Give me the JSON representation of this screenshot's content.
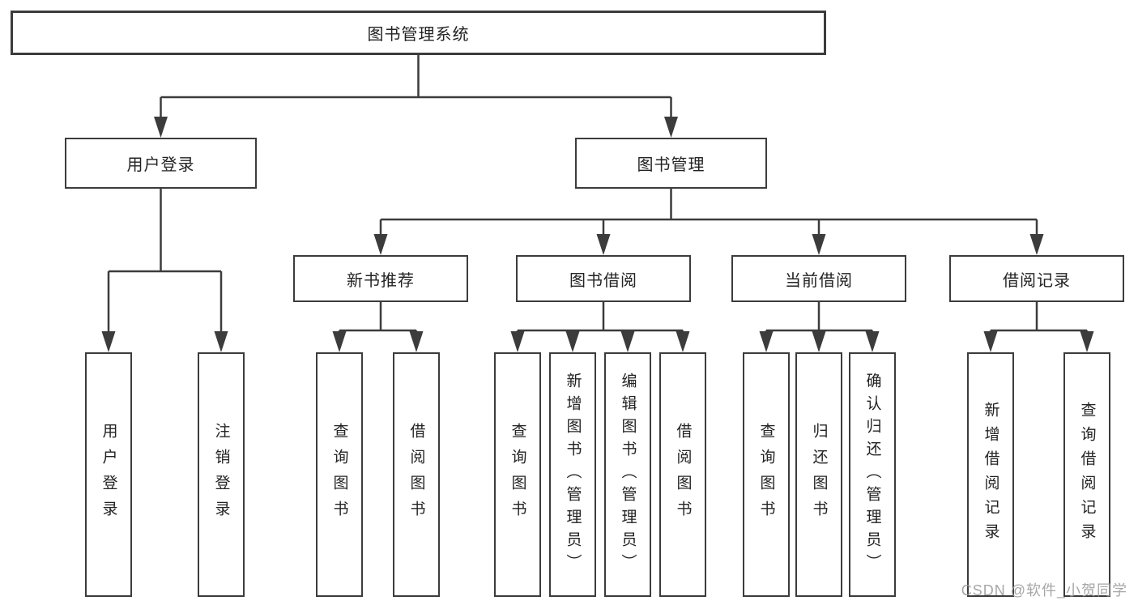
{
  "tree": {
    "root": {
      "label": "图书管理系统"
    },
    "user_login": {
      "label": "用户登录",
      "children": [
        {
          "label": "用户登录"
        },
        {
          "label": "注销登录"
        }
      ]
    },
    "book_management": {
      "label": "图书管理",
      "children": [
        {
          "label": "新书推荐",
          "children": [
            {
              "label": "查询图书"
            },
            {
              "label": "借阅图书"
            }
          ]
        },
        {
          "label": "图书借阅",
          "children": [
            {
              "label": "查询图书"
            },
            {
              "label": "新增图书（管理员）"
            },
            {
              "label": "编辑图书（管理员）"
            },
            {
              "label": "借阅图书"
            }
          ]
        },
        {
          "label": "当前借阅",
          "children": [
            {
              "label": "查询图书"
            },
            {
              "label": "归还图书"
            },
            {
              "label": "确认归还（管理员）"
            }
          ]
        },
        {
          "label": "借阅记录",
          "children": [
            {
              "label": "新增借阅记录"
            },
            {
              "label": "查询借阅记录"
            }
          ]
        }
      ]
    }
  },
  "watermark": {
    "text": "CSDN @软件_小贺同学"
  },
  "colors": {
    "line": "#3c3c3c",
    "text": "#232323",
    "watermark": "#9e9e9e"
  }
}
